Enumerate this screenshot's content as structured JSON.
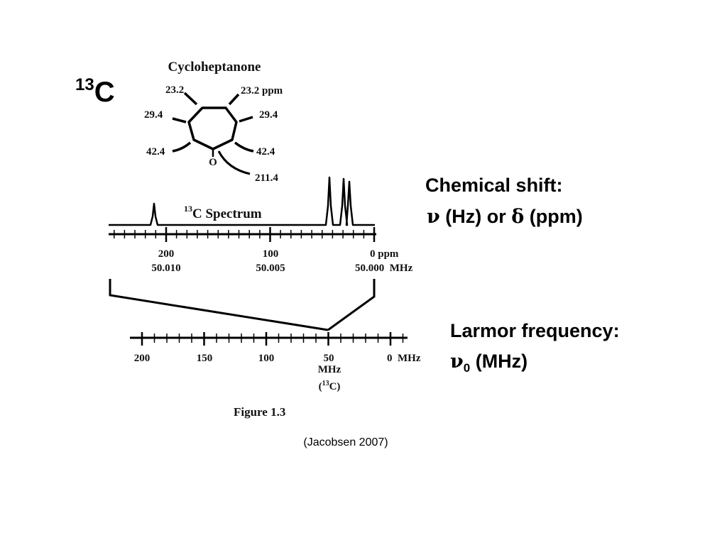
{
  "slide": {
    "nucleus_label": "C",
    "nucleus_mass": "13",
    "chemical_shift": {
      "heading": "Chemical shift:",
      "nu": "ν",
      "mid": " (Hz) or ",
      "delta": "δ",
      "tail": " (ppm)"
    },
    "larmor": {
      "heading": "Larmor frequency:",
      "nu": "ν",
      "sub": "0",
      "tail": " (MHz)"
    },
    "citation": "(Jacobsen 2007)"
  },
  "figure": {
    "molecule_title": "Cycloheptanone",
    "shifts": {
      "top_left": "23.2",
      "top_right": "23.2 ppm",
      "mid_left": "29.4",
      "mid_right": "29.4",
      "low_left": "42.4",
      "low_right": "42.4",
      "carbonyl": "211.4"
    },
    "oxygen_label": "O",
    "spectrum_label_mass": "13",
    "spectrum_label_text": "C Spectrum",
    "ppm_axis": {
      "ticks": [
        {
          "ppm": "200",
          "mhz": "50.010"
        },
        {
          "ppm": "100",
          "mhz": "50.005"
        },
        {
          "ppm": "0 ppm",
          "mhz": "50.000  MHz"
        }
      ]
    },
    "mhz_axis": {
      "ticks": [
        "200",
        "150",
        "100",
        "50",
        "0  MHz"
      ],
      "marker_unit": "MHz",
      "marker_nucleus_open": "(",
      "marker_nucleus_mass": "13",
      "marker_nucleus_close": "C)"
    },
    "caption": "Figure 1.3"
  }
}
